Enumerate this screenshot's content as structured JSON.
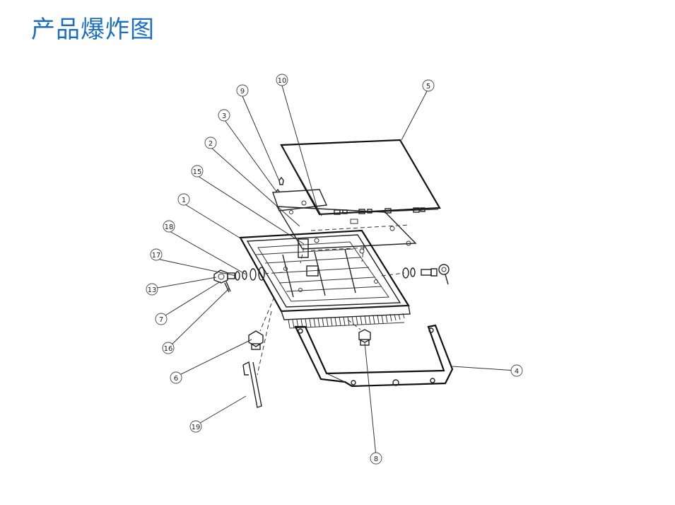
{
  "slide": {
    "title": "产品爆炸图"
  },
  "callouts": [
    "1",
    "2",
    "3",
    "4",
    "5",
    "6",
    "7",
    "8",
    "9",
    "10",
    "13",
    "15",
    "16",
    "17",
    "18",
    "19"
  ],
  "colors": {
    "title": "#1a6fc2",
    "line": "#222222"
  }
}
